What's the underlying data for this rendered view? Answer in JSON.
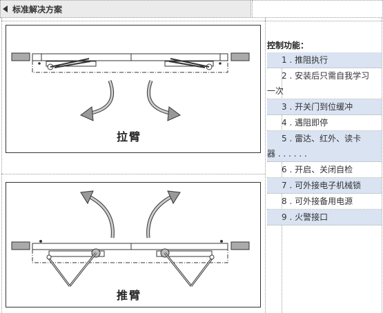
{
  "header": {
    "title": "标准解决方案"
  },
  "diagrams": {
    "pull_label": "拉臂",
    "push_label": "推臂"
  },
  "features": {
    "title": "控制功能：",
    "items": [
      {
        "line1": "1 . 推阻执行",
        "line2": ""
      },
      {
        "line1": "2 . 安装后只需自我学习",
        "line2": "一次"
      },
      {
        "line1": "3 . 开关门到位缓冲",
        "line2": ""
      },
      {
        "line1": "4 . 遇阻即停",
        "line2": ""
      },
      {
        "line1": "5 . 雷达、红外、读卡",
        "line2": "器 . . . . . ."
      },
      {
        "line1": "6 . 开启、关闭自检",
        "line2": ""
      },
      {
        "line1": "7 . 可外接电子机械锁",
        "line2": ""
      },
      {
        "line1": "8 . 可外接备用电源",
        "line2": ""
      },
      {
        "line1": "9 . 火警接口",
        "line2": ""
      }
    ],
    "shaded_color": "#d9e3f2"
  },
  "icons": {
    "title_icon": "triangle-left-icon"
  }
}
